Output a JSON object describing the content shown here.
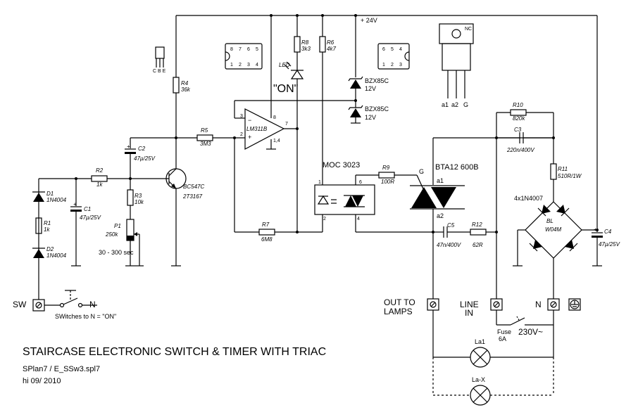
{
  "title": "STAIRCASE ELECTRONIC SWITCH & TIMER WITH TRIAC",
  "file_info": "SPlan7 / E_SSw3.spl7",
  "date_info": "hi 09/ 2010",
  "supply_label": "+ 24V",
  "led_on_label": "\"ON\"",
  "sw_note": "SWitches to N = \"ON\"",
  "timer_range": "30 - 300 sec",
  "components": {
    "R1": {
      "ref": "R1",
      "value": "1k"
    },
    "R2": {
      "ref": "R2",
      "value": "1k"
    },
    "R3": {
      "ref": "R3",
      "value": "10k"
    },
    "R4": {
      "ref": "R4",
      "value": "36k"
    },
    "R5": {
      "ref": "R5",
      "value": "3M3"
    },
    "R6": {
      "ref": "R6",
      "value": "4k7"
    },
    "R7": {
      "ref": "R7",
      "value": "6M8"
    },
    "R8": {
      "ref": "R8",
      "value": "3k3"
    },
    "R9": {
      "ref": "R9",
      "value": "100R"
    },
    "R10": {
      "ref": "R10",
      "value": "820k"
    },
    "R11": {
      "ref": "R11",
      "value": "510R/1W"
    },
    "R12": {
      "ref": "R12",
      "value": "62R"
    },
    "C1": {
      "ref": "C1",
      "value": "47µ/25V"
    },
    "C2": {
      "ref": "C2",
      "value": "47µ/25V"
    },
    "C3": {
      "ref": "C3",
      "value": "220n/400V"
    },
    "C4": {
      "ref": "C4",
      "value": "47µ/25V"
    },
    "C5": {
      "ref": "C5",
      "value": "47n/400V"
    },
    "D1": {
      "ref": "D1",
      "value": "1N4004"
    },
    "D2": {
      "ref": "D2",
      "value": "1N4004"
    },
    "Z1": {
      "value": "BZX85C",
      "voltage": "12V"
    },
    "Z2": {
      "value": "BZX85C",
      "voltage": "12V"
    },
    "P1": {
      "ref": "P1",
      "value": "250k"
    },
    "T1": {
      "type": "BC547C",
      "alt": "2T3167"
    },
    "IC1": {
      "type": "LM311B"
    },
    "OPTO": {
      "type": "MOC 3023"
    },
    "TRIAC": {
      "type": "BTA12 600B"
    },
    "BRIDGE": {
      "count": "4x1N4007",
      "ref": "BL",
      "type": "W04M"
    },
    "LED": {
      "ref": "LED"
    },
    "FUSE": {
      "ref": "Fuse",
      "value": "6A"
    },
    "LA1": {
      "ref": "La1"
    },
    "LAX": {
      "ref": "La-X"
    }
  },
  "terminals": {
    "sw": "SW",
    "n_switch": "N",
    "out_lamps_1": "OUT TO",
    "out_lamps_2": "LAMPS",
    "line_1": "LINE",
    "line_2": "IN",
    "n_mains": "N",
    "mains": "230V~"
  },
  "pins": {
    "cbe": "C B E",
    "ic_inv": "3",
    "ic_noninv": "2",
    "ic_out": "7",
    "ic_vcc": "8",
    "ic_gnd": "1,4",
    "opto_1": "1",
    "opto_2": "2",
    "opto_4": "4",
    "opto_6": "6",
    "triac_g": "G",
    "triac_a1": "a1",
    "triac_a2": "a2",
    "pkg_nc": "NC",
    "pkg_a1": "a1",
    "pkg_a2": "a2",
    "pkg_g": "G",
    "dip1_top": [
      "8",
      "7",
      "6",
      "5"
    ],
    "dip1_bot": [
      "1",
      "2",
      "3",
      "4"
    ],
    "dip2_top": [
      "6",
      "5",
      "4"
    ],
    "dip2_bot": [
      "1",
      "2",
      "3"
    ]
  }
}
